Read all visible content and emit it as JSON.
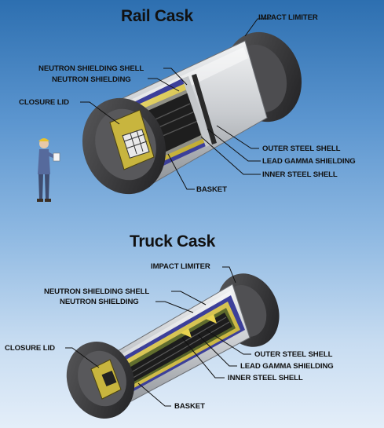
{
  "rail": {
    "title": "Rail Cask",
    "labels": {
      "impact_limiter": "IMPACT LIMITER",
      "neutron_shielding_shell": "NEUTRON SHIELDING SHELL",
      "neutron_shielding": "NEUTRON SHIELDING",
      "closure_lid": "CLOSURE LID",
      "outer_steel_shell": "OUTER STEEL SHELL",
      "lead_gamma_shielding": "LEAD GAMMA SHIELDING",
      "inner_steel_shell": "INNER STEEL SHELL",
      "basket": "BASKET"
    }
  },
  "truck": {
    "title": "Truck Cask",
    "labels": {
      "impact_limiter": "IMPACT LIMITER",
      "neutron_shielding_shell": "NEUTRON SHIELDING SHELL",
      "neutron_shielding": "NEUTRON SHIELDING",
      "closure_lid": "CLOSURE LID",
      "outer_steel_shell": "OUTER STEEL SHELL",
      "lead_gamma_shielding": "LEAD GAMMA SHIELDING",
      "inner_steel_shell": "INNER STEEL SHELL",
      "basket": "BASKET"
    }
  },
  "colors": {
    "steel": "#c9ccd0",
    "dark_limiter": "#3a3a3c",
    "neutron_shielding": "#d9c64a",
    "shell_blue": "#3c3f9a",
    "basket_dark": "#202020"
  }
}
